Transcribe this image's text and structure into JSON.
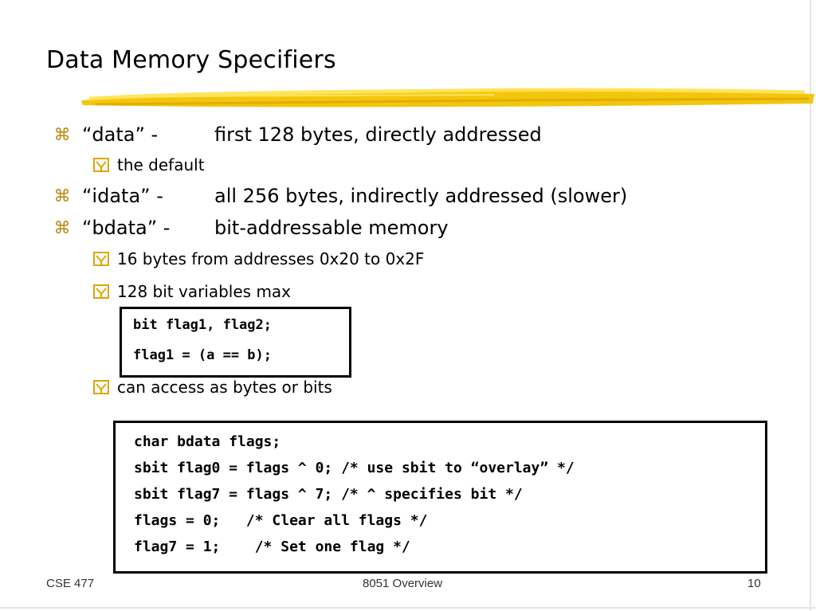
{
  "slide": {
    "title": "Data Memory Specifiers",
    "bullets": [
      {
        "term": "“data” -",
        "desc": "first 128 bytes, directly addressed"
      },
      {
        "term": "“idata” -",
        "desc": "all 256 bytes, indirectly addressed (slower)"
      },
      {
        "term": "“bdata” -",
        "desc": "bit-addressable memory"
      }
    ],
    "subbullets": [
      "the default",
      "16 bytes from addresses 0x20 to 0x2F",
      "128 bit variables max",
      "can access as bytes or bits"
    ],
    "code_small": [
      "bit flag1, flag2;",
      "flag1 = (a == b);"
    ],
    "code_large": [
      "char bdata flags;",
      "sbit flag0 = flags ^ 0; /* use sbit to “overlay” */",
      "sbit flag7 = flags ^ 7; /* ^ specifies bit */",
      "flags = 0;   /* Clear all flags */",
      "flag7 = 1;    /* Set one flag */"
    ]
  },
  "footer": {
    "left": "CSE 477",
    "center": "8051 Overview",
    "page_number": "10"
  },
  "icons": {
    "level1_bullet": "command-key-icon",
    "level2_bullet": "checkbox-y-icon"
  },
  "colors": {
    "brush_stroke": "#f2c200",
    "bullet_mark": "#b8860b",
    "subicon": "#e0a400"
  }
}
